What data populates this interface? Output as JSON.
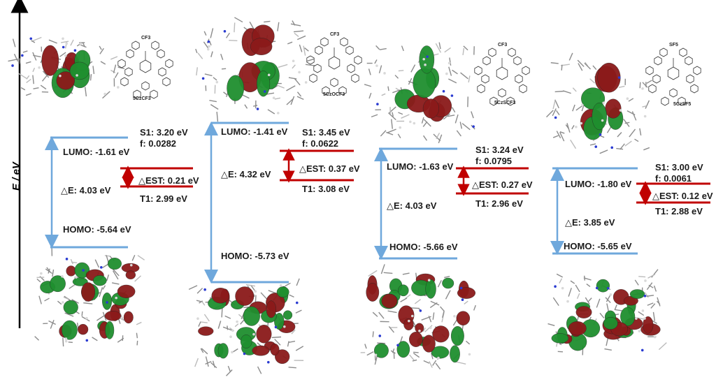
{
  "axis": {
    "label": "E / eV"
  },
  "panels": [
    {
      "molecule": "5CzCF3",
      "substituent": "CF3",
      "lumo_label": "LUMO: -1.61 eV",
      "homo_label": "HOMO: -5.64 eV",
      "gap_label": "△E: 4.03 eV",
      "s1_label": "S1: 3.20 eV",
      "f_label": "f: 0.0282",
      "est_label": "△EST: 0.21 eV",
      "t1_label": "T1: 2.99 eV"
    },
    {
      "molecule": "5CzOCF3",
      "substituent": "CF3",
      "lumo_label": "LUMO: -1.41 eV",
      "homo_label": "HOMO: -5.73 eV",
      "gap_label": "△E: 4.32 eV",
      "s1_label": "S1: 3.45 eV",
      "f_label": "f: 0.0622",
      "est_label": "△EST: 0.37 eV",
      "t1_label": "T1: 3.08 eV"
    },
    {
      "molecule": "5CzSCF3",
      "substituent": "CF3",
      "lumo_label": "LUMO: -1.63 eV",
      "homo_label": "HOMO: -5.66 eV",
      "gap_label": "△E: 4.03 eV",
      "s1_label": "S1: 3.24 eV",
      "f_label": "f: 0.0795",
      "est_label": "△EST: 0.27 eV",
      "t1_label": "T1: 2.96 eV"
    },
    {
      "molecule": "5CzSF5",
      "substituent": "SF5",
      "lumo_label": "LUMO: -1.80 eV",
      "homo_label": "HOMO: -5.65 eV",
      "gap_label": "△E: 3.85 eV",
      "s1_label": "S1: 3.00 eV",
      "f_label": "f: 0.0061",
      "est_label": "△EST: 0.12 eV",
      "t1_label": "T1: 2.88 eV"
    }
  ],
  "colors": {
    "orbital_level": "#6fa8dc",
    "excited_level": "#c00000",
    "lobe_green": "#1f8f2f",
    "lobe_red": "#8b1a1a"
  }
}
